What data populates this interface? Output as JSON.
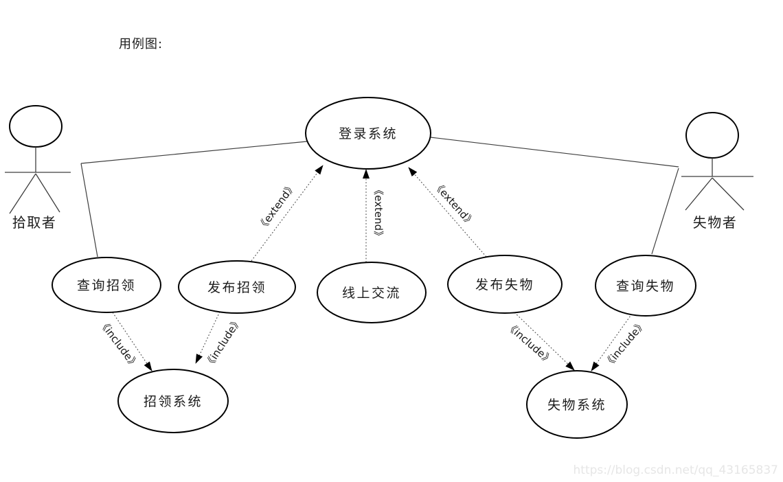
{
  "title": "用例图:",
  "watermark": "https://blog.csdn.net/qq_43165837",
  "colors": {
    "background": "#ffffff",
    "shape_stroke": "#000000",
    "line_stroke": "#3d3d3d",
    "dashed_stroke": "#4a4a4a",
    "text_color": "#1c1c1c",
    "watermark_color": "#e6e6e6"
  },
  "actors": {
    "picker": {
      "label": "拾取者"
    },
    "loser": {
      "label": "失物者"
    }
  },
  "use_cases": {
    "login": {
      "label": "登录系统"
    },
    "query_found": {
      "label": "查询招领"
    },
    "publish_found": {
      "label": "发布招领"
    },
    "online_chat": {
      "label": "线上交流"
    },
    "publish_lost": {
      "label": "发布失物"
    },
    "query_lost": {
      "label": "查询失物"
    },
    "found_system": {
      "label": "招领系统"
    },
    "lost_system": {
      "label": "失物系统"
    }
  },
  "stereotypes": {
    "extend": "《extend》",
    "include": "《include》"
  },
  "edges": [
    {
      "from": "拾取者",
      "to": "登录系统",
      "type": "association"
    },
    {
      "from": "拾取者",
      "to": "查询招领",
      "type": "association"
    },
    {
      "from": "失物者",
      "to": "登录系统",
      "type": "association"
    },
    {
      "from": "失物者",
      "to": "查询失物",
      "type": "association"
    },
    {
      "from": "发布招领",
      "to": "登录系统",
      "type": "extend",
      "label": "《extend》"
    },
    {
      "from": "线上交流",
      "to": "登录系统",
      "type": "extend",
      "label": "《extend》"
    },
    {
      "from": "发布失物",
      "to": "登录系统",
      "type": "extend",
      "label": "《extend》"
    },
    {
      "from": "查询招领",
      "to": "招领系统",
      "type": "include",
      "label": "《include》"
    },
    {
      "from": "发布招领",
      "to": "招领系统",
      "type": "include",
      "label": "《include》"
    },
    {
      "from": "发布失物",
      "to": "失物系统",
      "type": "include",
      "label": "《include》"
    },
    {
      "from": "查询失物",
      "to": "失物系统",
      "type": "include",
      "label": "《include》"
    }
  ]
}
